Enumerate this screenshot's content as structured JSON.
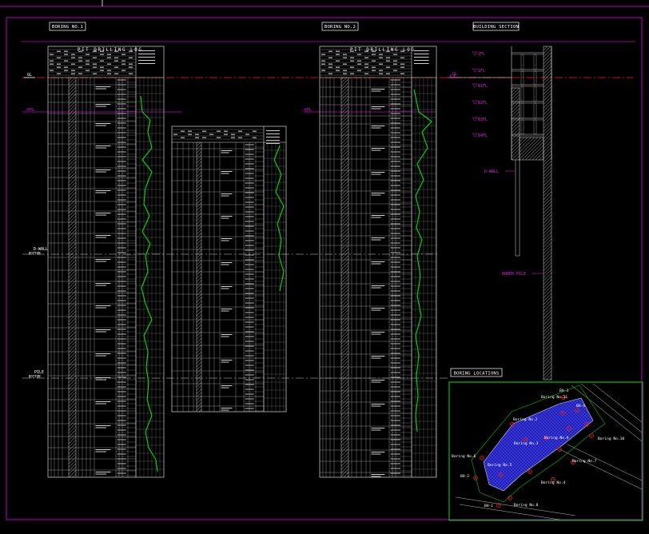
{
  "colors": {
    "background": "#000000",
    "frame": "#c000c0",
    "gl_line": "#d01010",
    "spt_curve": "#00e000",
    "site_area": "#1c1cb8",
    "locations_border": "#00c000",
    "boring_marker": "#e02020",
    "level_label": "#e020e0"
  },
  "titles": {
    "boring1": "BORING NO.1",
    "boring2": "BORING NO.2",
    "building_section": "BUILDING SECTION",
    "boring_locations": "BORING LOCATIONS"
  },
  "logs": {
    "log1_title": "PIT DRILLING LOG",
    "log2_title": "PIT DRILLING LOG"
  },
  "levels": {
    "gl": "GL",
    "excavation": "-6FL",
    "dwall_bottom_line1": "D-WALL",
    "dwall_bottom_line2": "BOTTOM",
    "pile_bottom_line1": "PILE",
    "pile_bottom_line2": "BOTTOM"
  },
  "section": {
    "gl": "GL",
    "floors": [
      "2FL",
      "1FL",
      "B1FL",
      "B2FL",
      "B3FL",
      "B4FL"
    ],
    "dwall": "D-WALL",
    "pile": "BORED PILE"
  },
  "locations": {
    "labels": [
      "BH-3",
      "Boring No.11",
      "BH-4",
      "Boring No.2",
      "Boring No.3",
      "Boring No.9",
      "Boring No.6",
      "Boring No.5",
      "Boring No.10",
      "Boring No.7",
      "BH-2",
      "Boring No.4",
      "BH-1",
      "Boring No.8"
    ]
  }
}
